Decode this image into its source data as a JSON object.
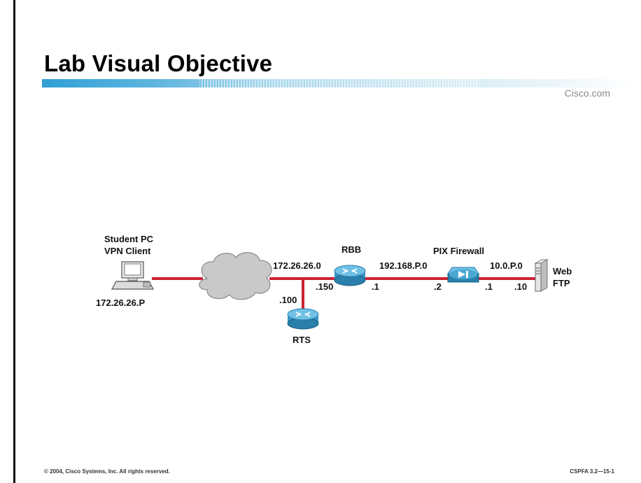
{
  "slide": {
    "title": "Lab Visual Objective",
    "brand": "Cisco.com",
    "copyright": "© 2004, Cisco Systems, Inc. All rights reserved.",
    "course_id": "CSPFA 3.2—15-1"
  },
  "diagram": {
    "nodes": {
      "student_pc": {
        "label_line1": "Student PC",
        "label_line2": "VPN Client",
        "address": "172.26.26.P",
        "icon": "pc-icon"
      },
      "internet": {
        "icon": "cloud-icon"
      },
      "rbb": {
        "label": "RBB",
        "icon": "router-icon"
      },
      "rts": {
        "label": "RTS",
        "icon": "router-icon"
      },
      "pix": {
        "label": "PIX Firewall",
        "icon": "firewall-icon"
      },
      "server": {
        "label_line1": "Web",
        "label_line2": "FTP",
        "icon": "server-icon"
      }
    },
    "networks": {
      "net_a": "172.26.26.0",
      "net_b": "192.168.P.0",
      "net_c": "10.0.P.0"
    },
    "interfaces": {
      "rbb_left": ".150",
      "rbb_right": ".1",
      "rts_top": ".100",
      "pix_left": ".2",
      "pix_right": ".1",
      "server": ".10"
    },
    "link_color": "#cc2233"
  }
}
